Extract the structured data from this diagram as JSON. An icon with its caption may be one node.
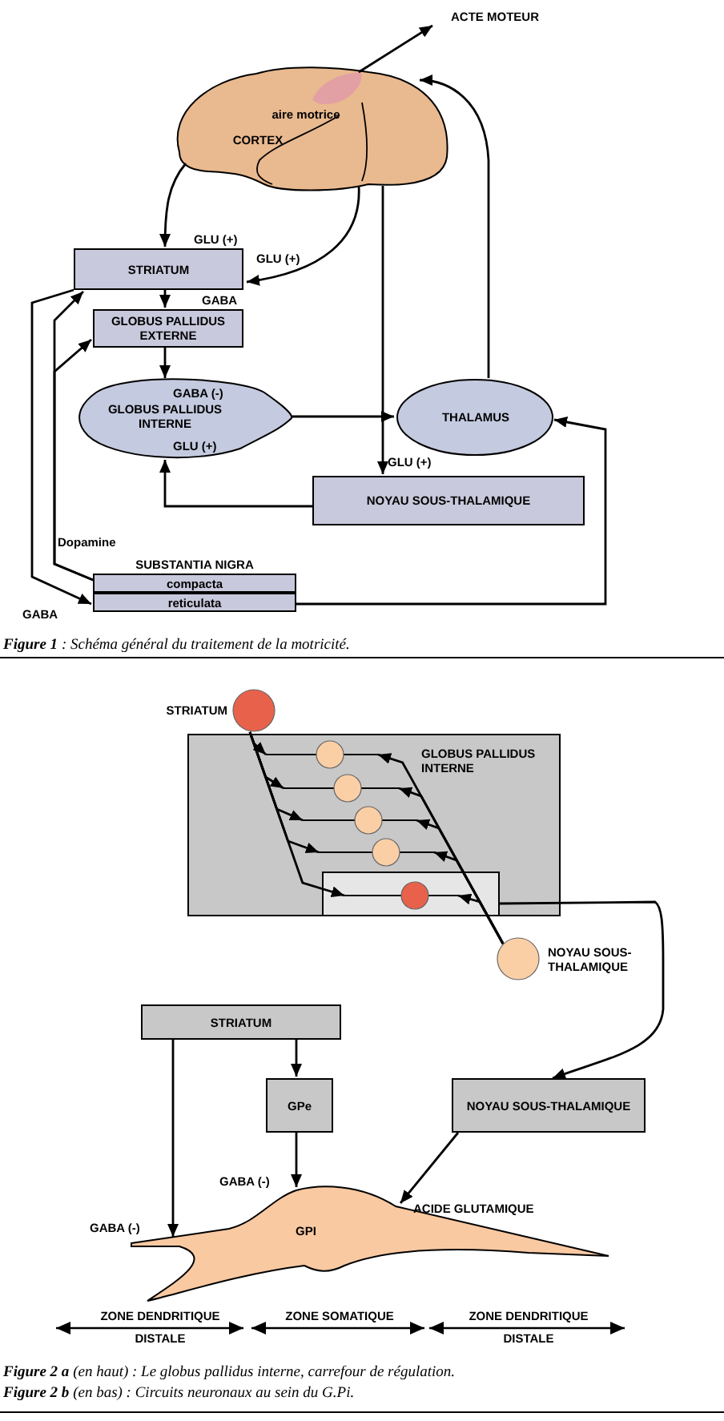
{
  "diagram": {
    "nodes": [
      {
        "text": [
          "aire motrice",
          "CORTEX"
        ]
      },
      {
        "text": [
          "ACTE MOTEUR"
        ]
      },
      {
        "text": [
          "STRIATUM"
        ]
      },
      {
        "text": [
          "GLOBUS PALLIDUS EXTERNE"
        ]
      },
      {
        "text": [
          "GLOBUS PALLIDUS INTERNE"
        ]
      },
      {
        "text": [
          "THALAMUS"
        ]
      },
      {
        "text": [
          "NOYAU SOUS-THALAMIQUE"
        ]
      },
      {
        "text": [
          "SUBSTANTIA NIGRA"
        ]
      },
      {
        "text": [
          "compacta"
        ],
        "in": 7
      },
      {
        "text": [
          "reticulata"
        ],
        "in": 7
      },
      {
        "text": [],
        "shape": "circle",
        "beside": [
          "STRIATUM"
        ]
      },
      {
        "text": [
          "GLOBUS PALLIDUS INTERNE"
        ]
      },
      {
        "text": [],
        "shape": "box",
        "in": 11
      },
      {
        "text": [],
        "shape": "circle",
        "in": 11
      },
      {
        "text": [],
        "shape": "circle",
        "in": 11
      },
      {
        "text": [],
        "shape": "circle",
        "in": 11
      },
      {
        "text": [],
        "shape": "circle",
        "in": 11
      },
      {
        "text": [],
        "shape": "circle",
        "in": 12
      },
      {
        "text": [],
        "shape": "circle",
        "beside": [
          "NOYAU SOUS-THALAMIQUE"
        ]
      },
      {
        "text": [
          "STRIATUM"
        ]
      },
      {
        "text": [
          "GPe"
        ]
      },
      {
        "text": [
          "NOYAU SOUS-THALAMIQUE"
        ]
      },
      {
        "text": [
          "GPI"
        ]
      }
    ],
    "edges": [
      {
        "from": 0,
        "to": 1,
        "arrow": "to"
      },
      {
        "from": 0,
        "to": 2,
        "arrow": "to",
        "label": "GLU (+)"
      },
      {
        "from": 0,
        "to": 2,
        "arrow": "to",
        "label": "GLU (+)"
      },
      {
        "from": 0,
        "to": 6,
        "arrow": "to",
        "label": "GLU (+)"
      },
      {
        "from": 5,
        "to": 0,
        "arrow": "to"
      },
      {
        "from": 2,
        "to": 3,
        "arrow": "to",
        "label": "GABA"
      },
      {
        "from": 3,
        "to": 4,
        "arrow": "to",
        "label": "GABA (-)"
      },
      {
        "from": 6,
        "to": 4,
        "arrow": "to",
        "label": "GLU (+)"
      },
      {
        "from": 4,
        "to": 5,
        "arrow": "to"
      },
      {
        "from": 9,
        "to": 5,
        "arrow": "to"
      },
      {
        "from": 2,
        "to": 9,
        "arrow": "to",
        "label": "GABA"
      },
      {
        "from": 8,
        "to": 2,
        "arrow": "to",
        "label": "Dopamine"
      },
      {
        "from": 8,
        "to": 3,
        "arrow": "to"
      },
      {
        "from": 10,
        "to": 13,
        "arrow": "to"
      },
      {
        "from": 10,
        "to": 14,
        "arrow": "to"
      },
      {
        "from": 10,
        "to": 15,
        "arrow": "to"
      },
      {
        "from": 10,
        "to": 16,
        "arrow": "to"
      },
      {
        "from": 10,
        "to": 17,
        "arrow": "to"
      },
      {
        "from": 18,
        "to": 13,
        "arrow": "to"
      },
      {
        "from": 18,
        "to": 14,
        "arrow": "to"
      },
      {
        "from": 18,
        "to": 15,
        "arrow": "to"
      },
      {
        "from": 18,
        "to": 16,
        "arrow": "to"
      },
      {
        "from": 18,
        "to": 17,
        "arrow": "to"
      },
      {
        "from": 12,
        "to": 21,
        "arrow": "to"
      },
      {
        "from": 19,
        "to": 20,
        "arrow": "to"
      },
      {
        "from": 20,
        "to": 22,
        "arrow": "to",
        "label": "GABA (-)"
      },
      {
        "from": 19,
        "to": 22,
        "arrow": "to",
        "label": "GABA (-)"
      },
      {
        "from": 21,
        "to": 22,
        "arrow": "to",
        "label": "ACIDE GLUTAMIQUE"
      }
    ],
    "labels": [
      "**Figure 1** : Schéma général du traitement de la motricité.",
      "ZONE DENDRITIQUE DISTALE",
      "ZONE SOMATIQUE",
      "ZONE DENDRITIQUE DISTALE",
      "**Figure 2 a** (en haut) : Le globus pallidus interne, carrefour de régulation.",
      "**Figure 2 b** (en bas) : Circuits neuronaux au sein du G.Pi."
    ]
  }
}
